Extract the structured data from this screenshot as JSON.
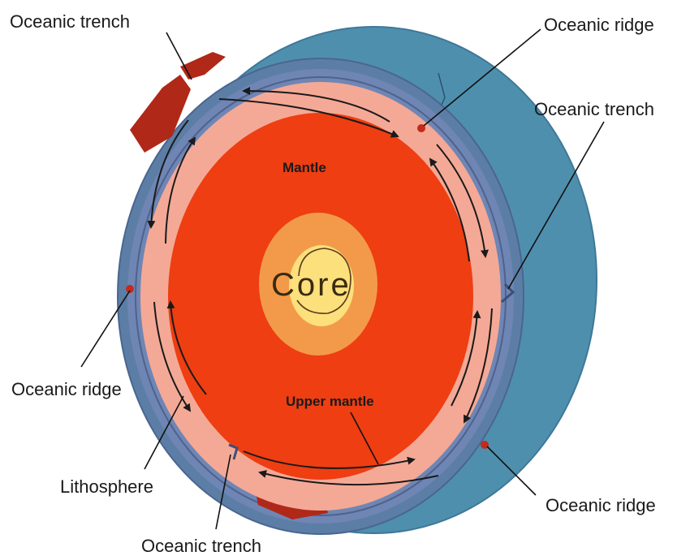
{
  "labels": {
    "oceanic_trench_top_left": "Oceanic trench",
    "oceanic_ridge_top_right": "Oceanic ridge",
    "oceanic_trench_right": "Oceanic trench",
    "oceanic_ridge_left": "Oceanic ridge",
    "lithosphere": "Lithosphere",
    "oceanic_trench_bottom": "Oceanic trench",
    "oceanic_ridge_bottom_right": "Oceanic ridge",
    "mantle": "Mantle",
    "upper_mantle": "Upper mantle",
    "core": "Core"
  },
  "colors": {
    "crust_side": "#4f8fae",
    "crust_face": "#5c7ea6",
    "lithosphere_band": "#6f86b4",
    "upper_mantle": "#f4a996",
    "mantle": "#ee3e12",
    "outer_core": "#f39a4a",
    "inner_core": "#fbe07c",
    "plate_red": "#b02818",
    "arrow": "#1a1a1a"
  }
}
